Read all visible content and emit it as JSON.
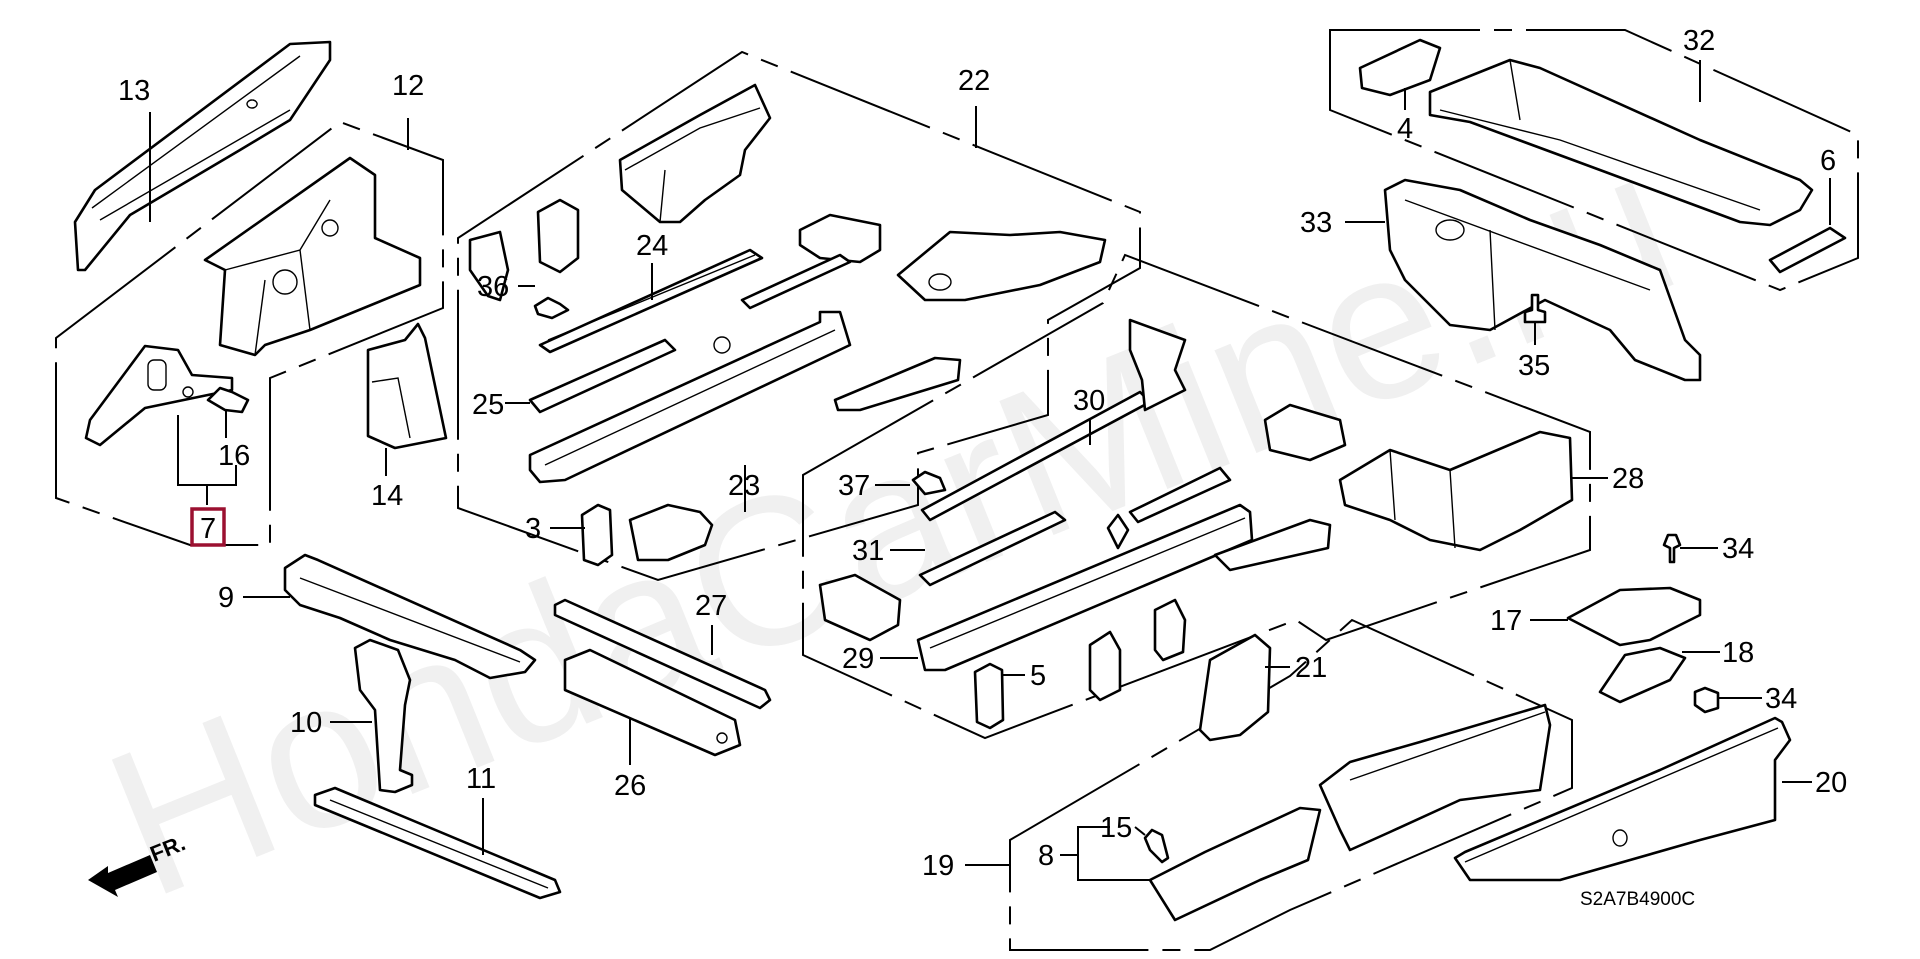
{
  "diagram": {
    "title": "Front bulkhead / floor frame parts diagram",
    "watermark": "HondaCarMine.ru",
    "diagram_code": "S2A7B4900C",
    "direction_label": "FR.",
    "highlighted_part": "7",
    "highlight_color": "#9b1030",
    "callouts": [
      {
        "id": "c13",
        "label": "13"
      },
      {
        "id": "c12",
        "label": "12"
      },
      {
        "id": "c16",
        "label": "16"
      },
      {
        "id": "c7",
        "label": "7"
      },
      {
        "id": "c14",
        "label": "14"
      },
      {
        "id": "c9",
        "label": "9"
      },
      {
        "id": "c10",
        "label": "10"
      },
      {
        "id": "c11",
        "label": "11"
      },
      {
        "id": "c22",
        "label": "22"
      },
      {
        "id": "c24",
        "label": "24"
      },
      {
        "id": "c36",
        "label": "36"
      },
      {
        "id": "c25",
        "label": "25"
      },
      {
        "id": "c23",
        "label": "23"
      },
      {
        "id": "c3",
        "label": "3"
      },
      {
        "id": "c27",
        "label": "27"
      },
      {
        "id": "c26",
        "label": "26"
      },
      {
        "id": "c30",
        "label": "30"
      },
      {
        "id": "c37",
        "label": "37"
      },
      {
        "id": "c31",
        "label": "31"
      },
      {
        "id": "c29",
        "label": "29"
      },
      {
        "id": "c5",
        "label": "5"
      },
      {
        "id": "c21",
        "label": "21"
      },
      {
        "id": "c28",
        "label": "28"
      },
      {
        "id": "c32",
        "label": "32"
      },
      {
        "id": "c4",
        "label": "4"
      },
      {
        "id": "c6",
        "label": "6"
      },
      {
        "id": "c33",
        "label": "33"
      },
      {
        "id": "c35",
        "label": "35"
      },
      {
        "id": "c34a",
        "label": "34"
      },
      {
        "id": "c17",
        "label": "17"
      },
      {
        "id": "c18",
        "label": "18"
      },
      {
        "id": "c34b",
        "label": "34"
      },
      {
        "id": "c20",
        "label": "20"
      },
      {
        "id": "c19",
        "label": "19"
      },
      {
        "id": "c8",
        "label": "8"
      },
      {
        "id": "c15",
        "label": "15"
      }
    ]
  }
}
